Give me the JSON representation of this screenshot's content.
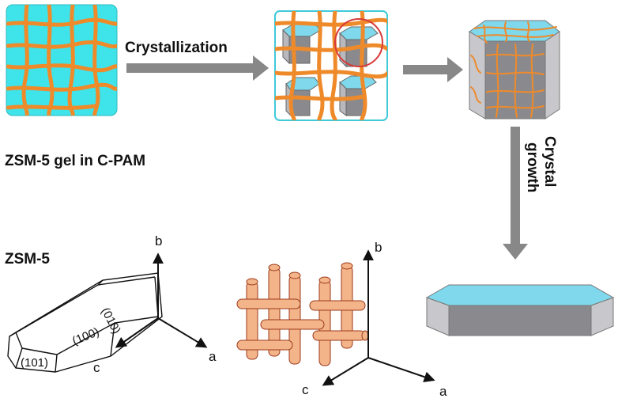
{
  "steps": {
    "crystallization": "Crystallization",
    "crystal_growth_line1": "Crystal",
    "crystal_growth_line2": "growth"
  },
  "captions": {
    "gel": "ZSM-5 gel in C-PAM",
    "product": "ZSM-5"
  },
  "crystal_faces": {
    "f010": "(010)",
    "f100": "(100)",
    "f101": "(101)"
  },
  "axes": {
    "a": "a",
    "b": "b",
    "c": "c"
  },
  "colors": {
    "gel": "#3fe3ea",
    "fiber": "#ef8a2a",
    "arrow": "#888888",
    "crystal_top": "#7fd8ec",
    "crystal_side": "#b9b9bd",
    "crystal_front": "#8a8a8e",
    "highlight": "#d83a3a",
    "channels": "#d4703a"
  }
}
